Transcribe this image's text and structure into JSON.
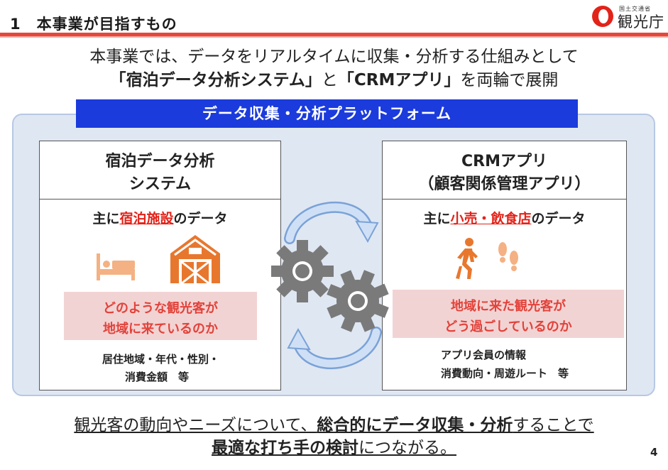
{
  "header": {
    "title": "1　本事業が目指すもの",
    "logo_small": "国土交通省",
    "logo_name": "観光庁"
  },
  "lead": {
    "line1": "本事業では、データをリアルタイムに収集・分析する仕組みとして",
    "line2_b1": "「宿泊データ分析システム」",
    "line2_t1": "と",
    "line2_b2": "「CRMアプリ」",
    "line2_t2": "を両輪で展開"
  },
  "platform": {
    "banner": "データ収集・分析プラットフォーム"
  },
  "left_panel": {
    "title_line1": "宿泊データ分析",
    "title_line2": "システム",
    "data_prefix": "主に",
    "data_highlight": "宿泊施設",
    "data_suffix": "のデータ",
    "question_line1": "どのような観光客が",
    "question_line2": "地域に来ているのか",
    "items_line1": "居住地域・年代・性別・",
    "items_line2": "消費金額　等",
    "icons": [
      "bed-icon",
      "barn-icon"
    ]
  },
  "right_panel": {
    "title_line1": "CRMアプリ",
    "title_line2": "（顧客関係管理アプリ）",
    "data_prefix": "主に",
    "data_highlight": "小売・飲食店",
    "data_suffix": "のデータ",
    "question_line1": "地域に来た観光客が",
    "question_line2": "どう過ごしているのか",
    "items_line1": "アプリ会員の情報",
    "items_line2": "消費動向・周遊ルート　等",
    "icons": [
      "walking-person-icon",
      "footprints-icon"
    ]
  },
  "bottom": {
    "line1_t1": "観光客の動向やニーズについて、",
    "line1_b1": "総合的にデータ収集・分析",
    "line1_t2": "することで",
    "line2_b1": "最適な打ち手の検討",
    "line2_t1": "につながる。"
  },
  "page_number": "4",
  "colors": {
    "accent_red": "#e2231a",
    "banner_blue": "#1b3bdc",
    "platform_bg": "#dfe7f3",
    "pink_box": "#f2d3d3",
    "icon_orange": "#e8772e"
  }
}
